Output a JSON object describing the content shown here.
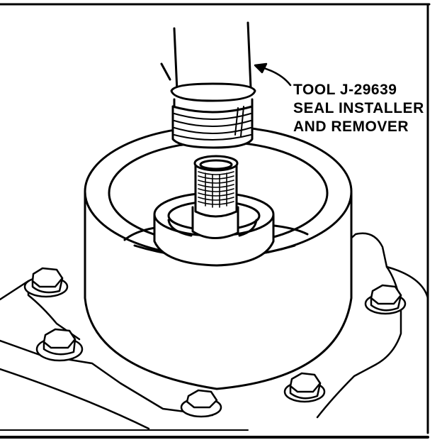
{
  "callout": {
    "line1": "TOOL J-29639",
    "line2": "SEAL INSTALLER",
    "line3": "AND REMOVER"
  },
  "colors": {
    "ink": "#000000",
    "paper": "#ffffff"
  }
}
